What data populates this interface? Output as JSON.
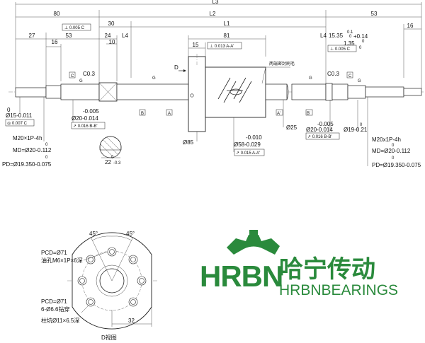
{
  "dims": {
    "l3": "L3",
    "d80": "80",
    "l2": "L2",
    "d53_right": "53",
    "d27": "27",
    "d53_left": "53",
    "d30": "30",
    "l1": "L1",
    "d16_right": "16",
    "d16_left": "16",
    "d24": "24",
    "l4_left": "L4",
    "d81": "81",
    "l4_right": "L4",
    "d15_35": "15.35",
    "d10": "10",
    "d15": "15",
    "d1_35": "1.35",
    "tol_014": "+0.14",
    "tol_0a": "0",
    "tol_0b": "0",
    "tol_01": "0.1",
    "tol_0c": "0",
    "c03_left": "C0.3",
    "c03_right": "C0.3",
    "nut_label": "两端密封刷毛",
    "d_mark": "D",
    "tol_005": "-0.005",
    "phi20_014": "Ø20-0.014",
    "tol_005r": "-0.005",
    "phi20_014r": "Ø20-0.014",
    "phi15_0": "0",
    "phi15": "Ø15-0.011",
    "phi25": "Ø25",
    "phi85": "Ø85",
    "tol_010": "-0.010",
    "phi58": "Ø58-0.029",
    "phi19_0": "0",
    "phi19": "Ø19-0.21",
    "d22_0": "0",
    "d22": "22",
    "d22_tol": "-0.3",
    "m20_left": "M20×1P-4h",
    "md_left_0": "0",
    "md_left": "MD=Ø20-0.112",
    "pd_left_0": "0",
    "pd_left": "PD=Ø19.350-0.075",
    "m20_right": "M20x1P-4h",
    "md_right_0": "0",
    "md_right": "MD=Ø20-0.112",
    "pd_right_0": "0",
    "pd_right": "PD=Ø19.350-0.075",
    "datum_a": "A",
    "datum_b": "B",
    "datum_c": "C",
    "datum_a2": "A'",
    "datum_b2": "B'",
    "datum_c2": "C",
    "g1": "G",
    "g2": "G",
    "g3": "G",
    "g4": "G"
  },
  "tolerances": {
    "t1": "⊥ 0.005 C",
    "t2": "⊥ 0.013 A-A'",
    "t3": "⊥ 0.005 C",
    "t4": "◎ 0.007 C",
    "t5": "↗ 0.016 B-B'",
    "t6": "↗ 0.016 B-B'",
    "t7": "↗ 0.015 A-A'"
  },
  "flange_view": {
    "angle_left": "45°",
    "angle_right": "45°",
    "pcd1": "PCD=Ø71",
    "oil": "油孔M6×1P×6深",
    "pcd2": "PCD=Ø71",
    "holes": "6-Ø6.6钻穿",
    "counter": "柱坑Ø11×6.5深",
    "d32": "32",
    "title": "D视图"
  },
  "brand": {
    "logo_letters": "HRBN",
    "name_cn": "哈宁传动",
    "name_en": "HRBNBEARINGS",
    "color": "#2a8a3c"
  }
}
